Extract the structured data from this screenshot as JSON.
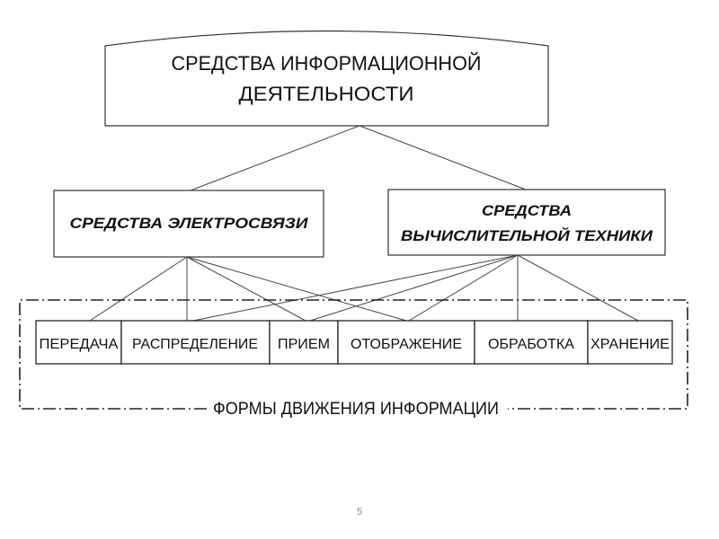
{
  "root": {
    "line1": "СРЕДСТВА ИНФОРМАЦИОННОЙ",
    "line2": "ДЕЯТЕЛЬНОСТИ"
  },
  "left_node": {
    "label": "СРЕДСТВА ЭЛЕКТРОСВЯЗИ"
  },
  "right_node": {
    "line1": "СРЕДСТВА",
    "line2": "ВЫЧИСЛИТЕЛЬНОЙ ТЕХНИКИ"
  },
  "forms": {
    "cells": [
      "ПЕРЕДАЧА",
      "РАСПРЕДЕЛЕНИЕ",
      "ПРИЕМ",
      "ОТОБРАЖЕНИЕ",
      "ОБРАБОТКА",
      "ХРАНЕНИЕ"
    ],
    "group_label": "ФОРМЫ ДВИЖЕНИЯ ИНФОРМАЦИИ"
  },
  "connections": {
    "left_node": [
      "ПЕРЕДАЧА",
      "РАСПРЕДЕЛЕНИЕ",
      "ПРИЕМ",
      "ОТОБРАЖЕНИЕ"
    ],
    "right_node": [
      "РАСПРЕДЕЛЕНИЕ",
      "ПРИЕМ",
      "ОТОБРАЖЕНИЕ",
      "ОБРАБОТКА",
      "ХРАНЕНИЕ"
    ]
  },
  "page_number": "5"
}
